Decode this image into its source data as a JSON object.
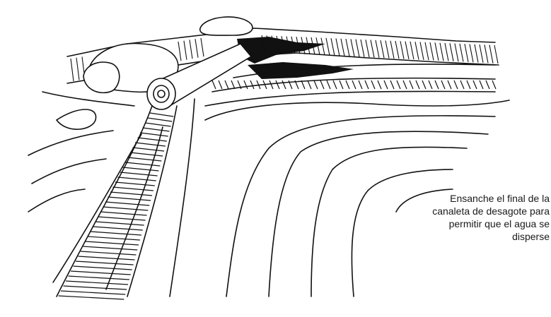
{
  "caption": {
    "lines": [
      "Ensanche el final de la",
      "canaleta de desagote para",
      "permitir que el agua se",
      "disperse"
    ]
  },
  "colors": {
    "ink": "#111111",
    "paper": "#ffffff"
  }
}
